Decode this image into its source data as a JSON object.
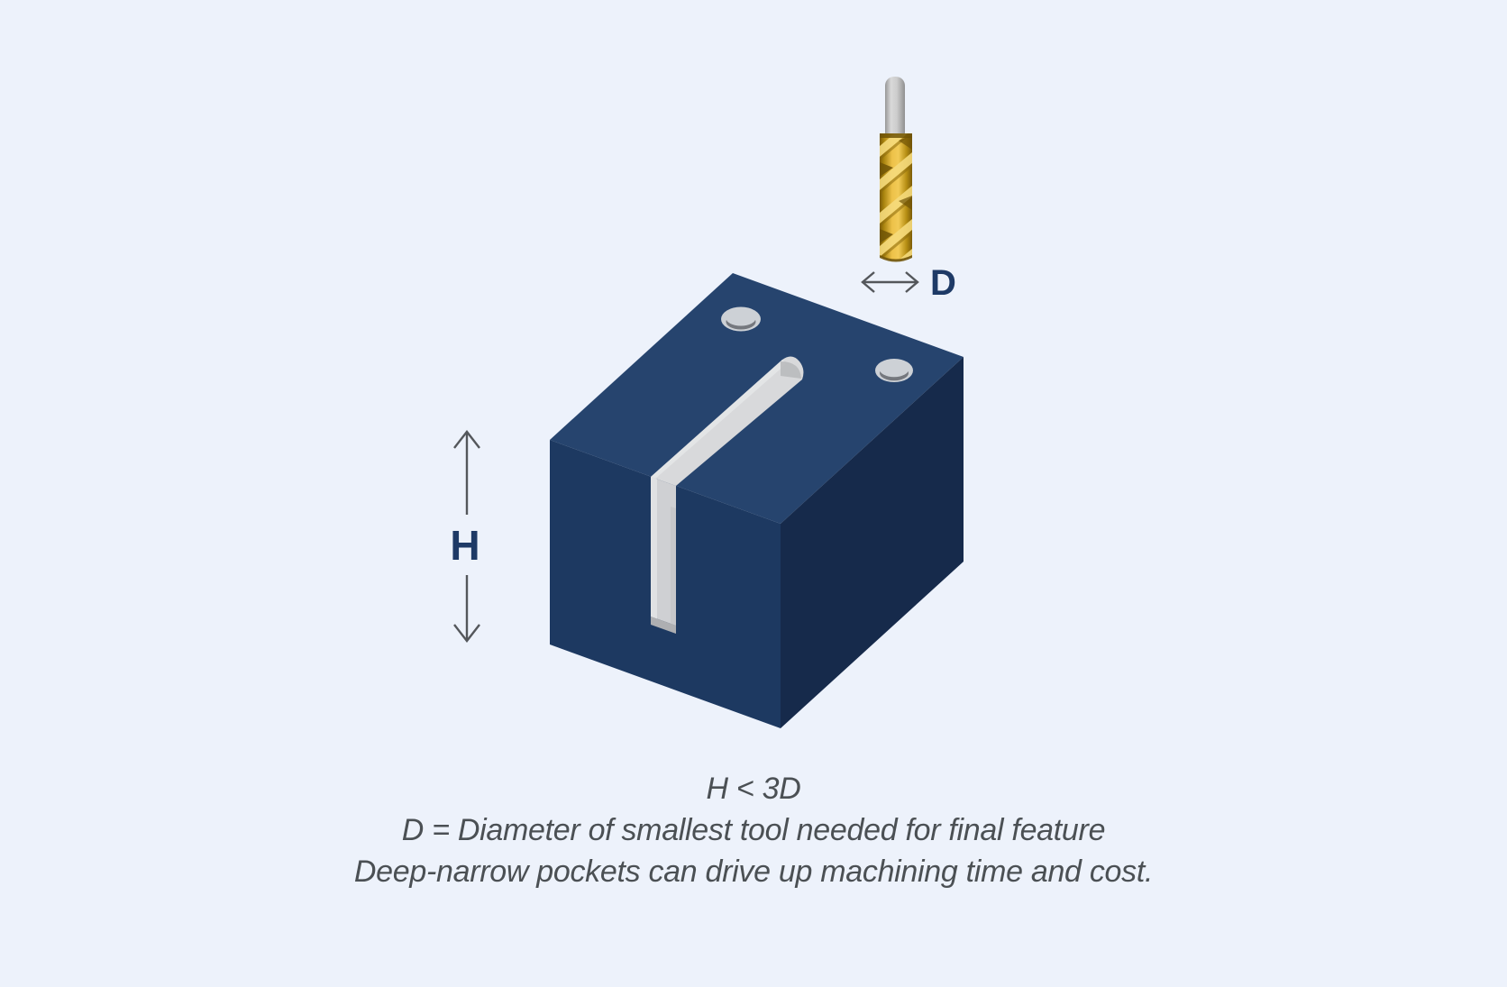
{
  "scene": {
    "background": "#edf2fb",
    "labels": {
      "height": "H",
      "diameter": "D"
    },
    "caption": {
      "line1": "H < 3D",
      "line2": "D = Diameter of smallest tool needed for final feature",
      "line3": "Deep-narrow pockets can drive up machining time and cost."
    },
    "colors": {
      "background": "#edf2fb",
      "block_top": "#26446e",
      "block_front": "#1d3961",
      "block_right": "#162a4b",
      "slot_light": "#d8d9db",
      "slot_highlight": "#e6e7e9",
      "slot_mid": "#cfd0d3",
      "slot_shadow": "#b9babd",
      "slot_bottom": "#aeafb2",
      "hole_rim": "#cdd1d6",
      "hole_depth": "#75787e",
      "tool_shank": "#cdcdcd",
      "tool_gold": "#edc149",
      "tool_gold_dark": "#7c5c07",
      "tool_stripe": "#f5da7c",
      "arrow": "#54575b",
      "dim_label": "#1e3a66",
      "caption_text": "#4b5054"
    }
  }
}
